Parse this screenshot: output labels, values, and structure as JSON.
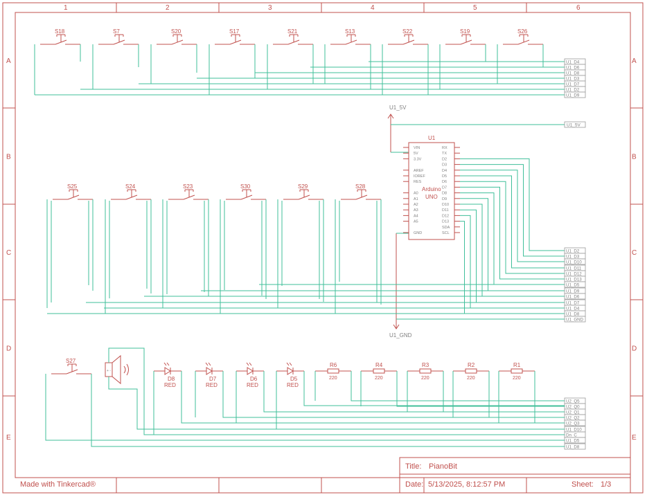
{
  "columns": [
    "1",
    "2",
    "3",
    "4",
    "5",
    "6"
  ],
  "rows": [
    "A",
    "B",
    "C",
    "D",
    "E"
  ],
  "switches_row_a": [
    "S18",
    "S7",
    "S20",
    "S17",
    "S21",
    "S13",
    "S22",
    "S19",
    "S26"
  ],
  "switches_row_c": [
    "S25",
    "S24",
    "S23",
    "S30",
    "S29",
    "S28"
  ],
  "switch_d": "S27",
  "nets_a": [
    "U1_D4",
    "U1_D6",
    "U1_D8",
    "U1_D3",
    "U1_D7",
    "U1_D2",
    "U1_D9"
  ],
  "nets_c": [
    "U1_D2",
    "U1_D3",
    "U1_D10",
    "U1_D11",
    "U1_D12",
    "U1_D13",
    "U1_D5",
    "U1_D9",
    "U1_D6",
    "U1_D7",
    "U1_D4",
    "U1_D8",
    "U1_GND"
  ],
  "nets_e": [
    "U2_Q5",
    "U2_Q0",
    "U2_Q1",
    "U2_Q2",
    "U2_Q3",
    "U1_D10",
    "Dn_C",
    "U1_D5",
    "U1_D8"
  ],
  "power_label": "U1_5V",
  "power_net": "U1_5V",
  "gnd_label": "U1_GND",
  "arduino": {
    "ref": "U1",
    "name1": "Arduino",
    "name2": "UNO",
    "left_pins": [
      "VIN",
      "5V",
      "3.3V",
      "",
      "AREF",
      "IOREF",
      "RES",
      "",
      "A0",
      "A1",
      "A2",
      "A3",
      "A4",
      "A5",
      "",
      "GND"
    ],
    "right_pins": [
      "RX",
      "TX",
      "D2",
      "D3",
      "D4",
      "D5",
      "D6",
      "D7",
      "D8",
      "D9",
      "D10",
      "D11",
      "D12",
      "D13",
      "SDA",
      "SCL"
    ]
  },
  "leds": [
    {
      "ref": "D8",
      "value": "RED"
    },
    {
      "ref": "D7",
      "value": "RED"
    },
    {
      "ref": "D6",
      "value": "RED"
    },
    {
      "ref": "D5",
      "value": "RED"
    }
  ],
  "resistors": [
    {
      "ref": "R6",
      "value": "220"
    },
    {
      "ref": "R4",
      "value": "220"
    },
    {
      "ref": "R3",
      "value": "220"
    },
    {
      "ref": "R2",
      "value": "220"
    },
    {
      "ref": "R1",
      "value": "220"
    }
  ],
  "footer": {
    "made_with": "Made with Tinkercad®",
    "title_label": "Title:",
    "title_value": "PianoBit",
    "date_label": "Date:",
    "date_value": "5/13/2025, 8:12:57 PM",
    "sheet_label": "Sheet:",
    "sheet_value": "1/3"
  },
  "colors": {
    "frame": "#c0504d",
    "wire": "#3fbf9a",
    "net_text": "#808080"
  }
}
